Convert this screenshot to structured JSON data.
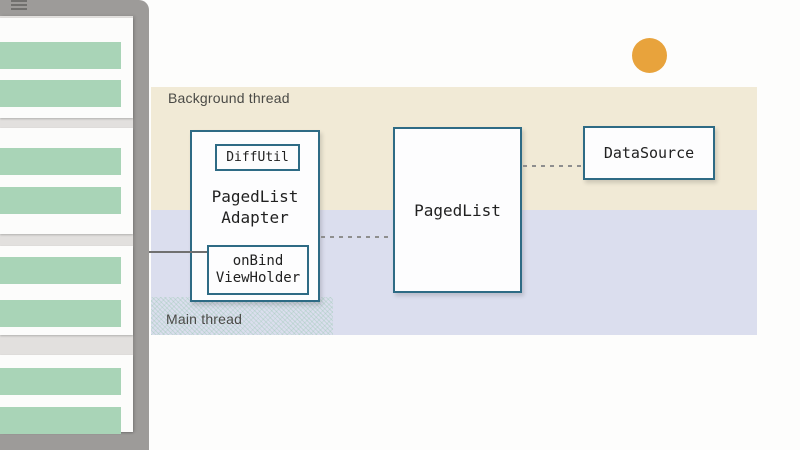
{
  "diagram": {
    "background_thread": {
      "label": "Background thread"
    },
    "main_thread": {
      "label": "Main thread"
    },
    "adapter_box": {
      "diffutil_label": "DiffUtil",
      "title_line1": "PagedList",
      "title_line2": "Adapter",
      "onbind_line1": "onBind",
      "onbind_line2": "ViewHolder"
    },
    "pagedlist_box": {
      "label": "PagedList"
    },
    "datasource_box": {
      "label": "DataSource"
    },
    "connections": [
      {
        "from": "phone-list",
        "to": "onBindViewHolder",
        "style": "solid"
      },
      {
        "from": "PagedListAdapter",
        "to": "PagedList",
        "style": "dotted"
      },
      {
        "from": "PagedList",
        "to": "DataSource",
        "style": "dotted"
      }
    ]
  },
  "phone_mockup": {
    "cards": 4,
    "rows_per_card": 2,
    "icon": "menu-icon"
  },
  "decorations": {
    "bullet": "orange-dot"
  },
  "theme": {
    "band_tan": "#f1ead6",
    "band_lavender": "#dbdeee",
    "box_border": "#2e6b85",
    "box_fill": "#fdfdfe",
    "row_green": "#a9d4b7",
    "frame_gray": "#9d9b99",
    "screen_gap": "#e2e0de",
    "card_white": "#fcfcfb",
    "connector_gray": "#707070",
    "dot_gray": "#8e8e8e",
    "bullet_orange": "#e8a33c",
    "label_color": "#4a4a46",
    "code_text": "#212121"
  }
}
